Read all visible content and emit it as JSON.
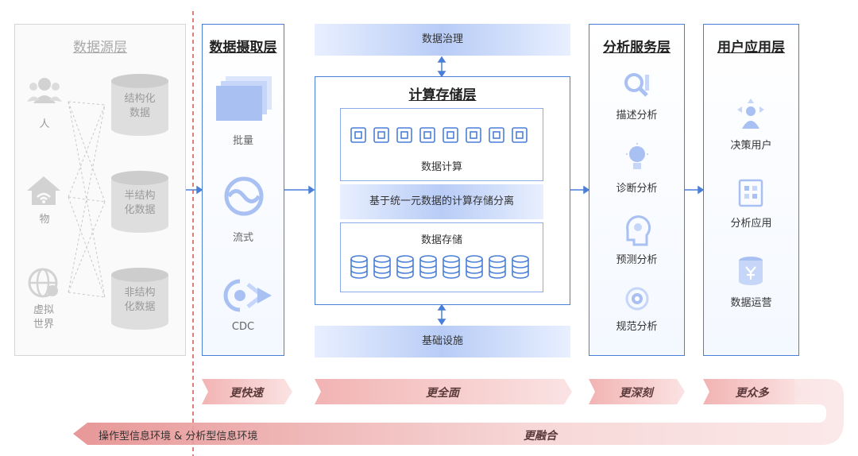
{
  "source_layer": {
    "title": "数据源层",
    "sources": [
      {
        "label": "人"
      },
      {
        "label": "物"
      },
      {
        "label": "虚拟\n世界"
      }
    ],
    "stores": [
      {
        "label": "结构化\n数据"
      },
      {
        "label": "半结构\n化数据"
      },
      {
        "label": "非结构\n化数据"
      }
    ]
  },
  "ingest_layer": {
    "title": "数据摄取层",
    "items": [
      {
        "label": "批量"
      },
      {
        "label": "流式"
      },
      {
        "label": "CDC"
      }
    ]
  },
  "governance": {
    "label": "数据治理"
  },
  "compute_storage": {
    "title": "计算存储层",
    "compute_label": "数据计算",
    "separation_label": "基于统一元数据的计算存储分离",
    "storage_label": "数据存储"
  },
  "infrastructure": {
    "label": "基础设施"
  },
  "analysis_layer": {
    "title": "分析服务层",
    "items": [
      {
        "label": "描述分析"
      },
      {
        "label": "诊断分析"
      },
      {
        "label": "预测分析"
      },
      {
        "label": "规范分析"
      }
    ]
  },
  "app_layer": {
    "title": "用户应用层",
    "items": [
      {
        "label": "决策用户"
      },
      {
        "label": "分析应用"
      },
      {
        "label": "数据运营"
      }
    ]
  },
  "bottom": {
    "faster": "更快速",
    "comprehensive": "更全面",
    "deeper": "更深刻",
    "more_users": "更众多",
    "env_label": "操作型信息环境 & 分析型信息环境",
    "integration": "更融合"
  },
  "colors": {
    "accent": "#4a7fd8",
    "band": "#b8ccf6",
    "red": "#d9534f",
    "gray": "#cfcfcf"
  }
}
